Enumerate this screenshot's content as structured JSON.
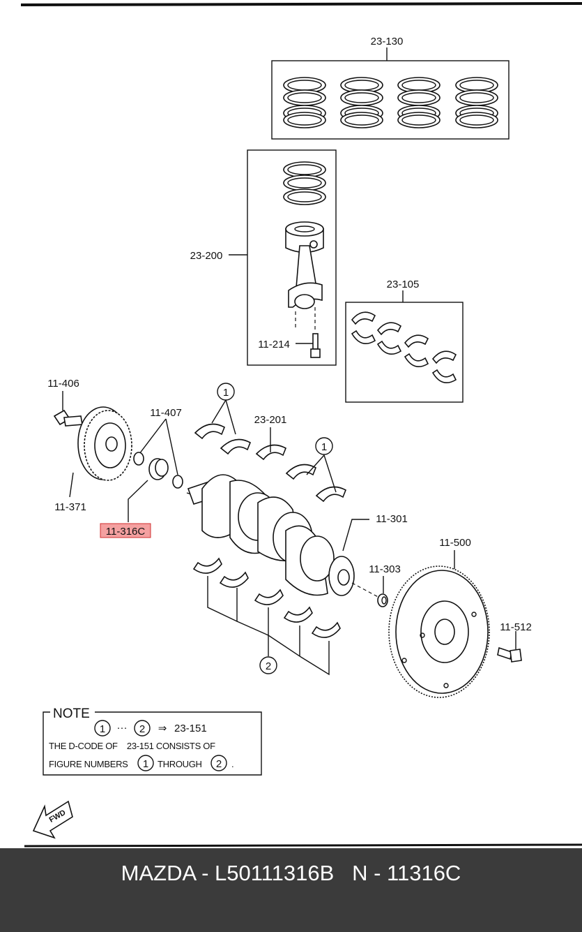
{
  "diagram": {
    "labels": {
      "p23_130": "23-130",
      "p23_200": "23-200",
      "p23_105": "23-105",
      "p11_214": "11-214",
      "p11_406": "11-406",
      "p11_407": "11-407",
      "p23_201": "23-201",
      "p11_371": "11-371",
      "p11_316c": "11-316C",
      "p11_301": "11-301",
      "p11_500": "11-500",
      "p11_303": "11-303",
      "p11_512": "11-512",
      "callout_1": "1",
      "callout_2": "2"
    },
    "highlight_color": "#f4a0a0",
    "note": {
      "title": "NOTE",
      "circle_a": "1",
      "dots": "···",
      "circle_b": "2",
      "arrow": "⇒",
      "ref": "23-151",
      "line2": "THE D-CODE OF    23-151 CONSISTS OF",
      "line3_a": "FIGURE NUMBERS",
      "line3_circle_a": "1",
      "line3_b": "THROUGH",
      "line3_circle_b": "2",
      "line3_end": "."
    },
    "fwd": "FWD"
  },
  "footer": {
    "text": "MAZDA - L50111316B   N - 11316C"
  }
}
